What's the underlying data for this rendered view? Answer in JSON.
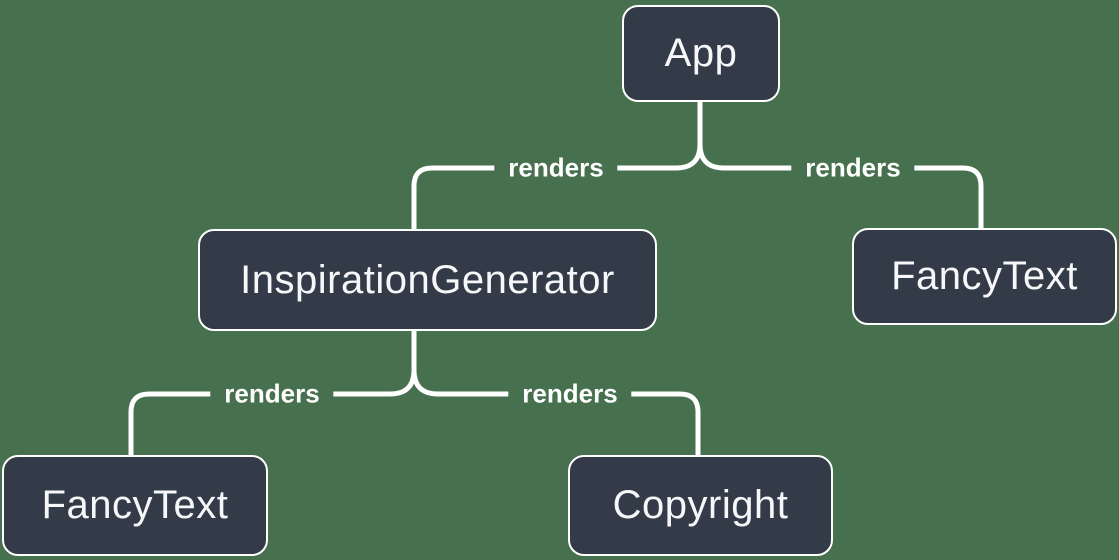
{
  "diagram": {
    "type": "component-render-tree",
    "colors": {
      "background": "#47704E",
      "node_fill": "#343B48",
      "node_border": "#FFFFFF",
      "node_text": "#F6F7F9",
      "connector_line": "#FFFFFF",
      "edge_label_text": "#FFFFFF"
    },
    "nodes": {
      "app": {
        "label": "App"
      },
      "inspiration_generator": {
        "label": "InspirationGenerator"
      },
      "fancy_text_top": {
        "label": "FancyText"
      },
      "fancy_text_bottom": {
        "label": "FancyText"
      },
      "copyright": {
        "label": "Copyright"
      }
    },
    "edges": [
      {
        "from": "App",
        "to": "InspirationGenerator",
        "label": "renders"
      },
      {
        "from": "App",
        "to": "FancyText",
        "label": "renders"
      },
      {
        "from": "InspirationGenerator",
        "to": "FancyText",
        "label": "renders"
      },
      {
        "from": "InspirationGenerator",
        "to": "Copyright",
        "label": "renders"
      }
    ]
  }
}
